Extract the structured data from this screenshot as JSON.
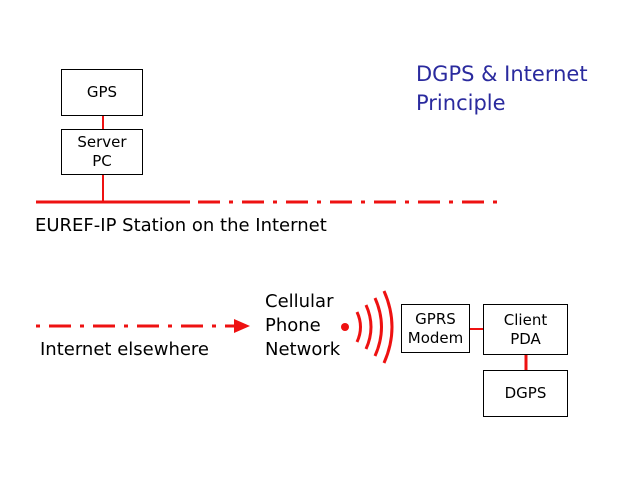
{
  "title": "DGPS & Internet\nPrinciple",
  "boxes": {
    "gps": "GPS",
    "server": "Server\nPC",
    "gprs_modem": "GPRS\nModem",
    "client_pda": "Client\nPDA",
    "dgps": "DGPS"
  },
  "labels": {
    "station": "EUREF-IP Station on the Internet",
    "internet_elsewhere": "Internet elsewhere",
    "cellular": "Cellular\nPhone\nNetwork"
  },
  "colors": {
    "line": "#ee1111",
    "title": "#2a2a9e"
  }
}
